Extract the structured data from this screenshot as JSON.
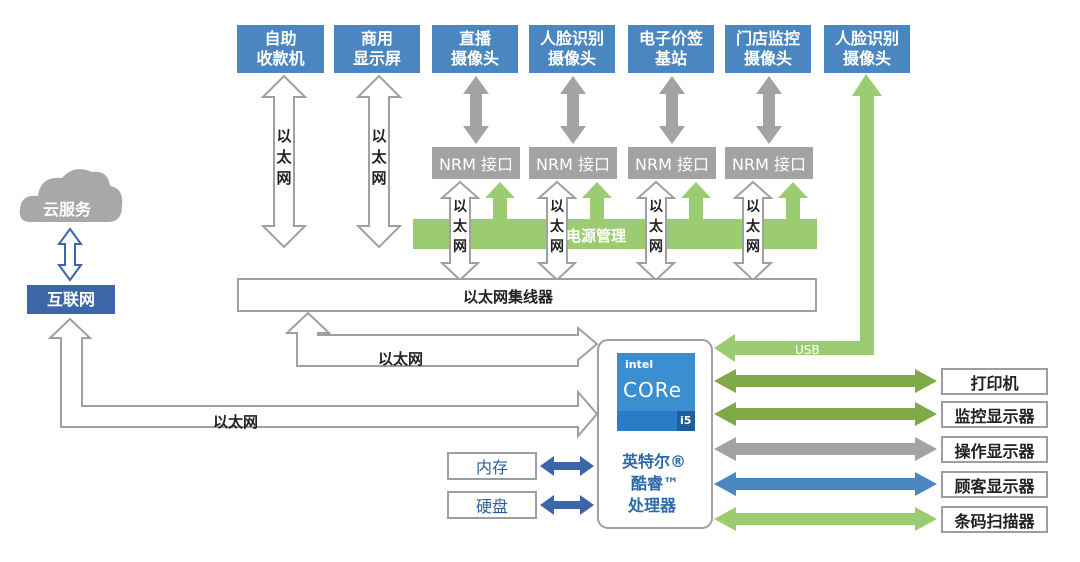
{
  "colors": {
    "blue": "#4a86c0",
    "dark_blue": "#3c66a8",
    "gray": "#a3a3a3",
    "light_green": "#9ccc72",
    "olive_green": "#7fa846",
    "outline": "#9e9e9e"
  },
  "top_devices": [
    {
      "line1": "自助",
      "line2": "收款机"
    },
    {
      "line1": "商用",
      "line2": "显示屏"
    },
    {
      "line1": "直播",
      "line2": "摄像头"
    },
    {
      "line1": "人脸识别",
      "line2": "摄像头"
    },
    {
      "line1": "电子价签",
      "line2": "基站"
    },
    {
      "line1": "门店监控",
      "line2": "摄像头"
    },
    {
      "line1": "人脸识别",
      "line2": "摄像头"
    }
  ],
  "nrm_interfaces": [
    "NRM 接口",
    "NRM 接口",
    "NRM 接口",
    "NRM 接口"
  ],
  "ethernet_vertical": [
    "以",
    "太",
    "网"
  ],
  "power_management": "电源管理",
  "ethernet_hub": "以太网集线器",
  "cloud": "云服务",
  "internet": "互联网",
  "ethernet_label": "以太网",
  "usb_label": "USB",
  "processor": {
    "brand": "intel",
    "core": "CORe",
    "tier": "i5",
    "line1": "英特尔®",
    "line2": "酷睿™",
    "line3": "处理器"
  },
  "storage": [
    "内存",
    "硬盘"
  ],
  "peripherals": [
    {
      "label": "打印机",
      "color": "#7fa846"
    },
    {
      "label": "监控显示器",
      "color": "#7fa846"
    },
    {
      "label": "操作显示器",
      "color": "#a3a3a3"
    },
    {
      "label": "顾客显示器",
      "color": "#4a86c0"
    },
    {
      "label": "条码扫描器",
      "color": "#9ccc72"
    }
  ]
}
